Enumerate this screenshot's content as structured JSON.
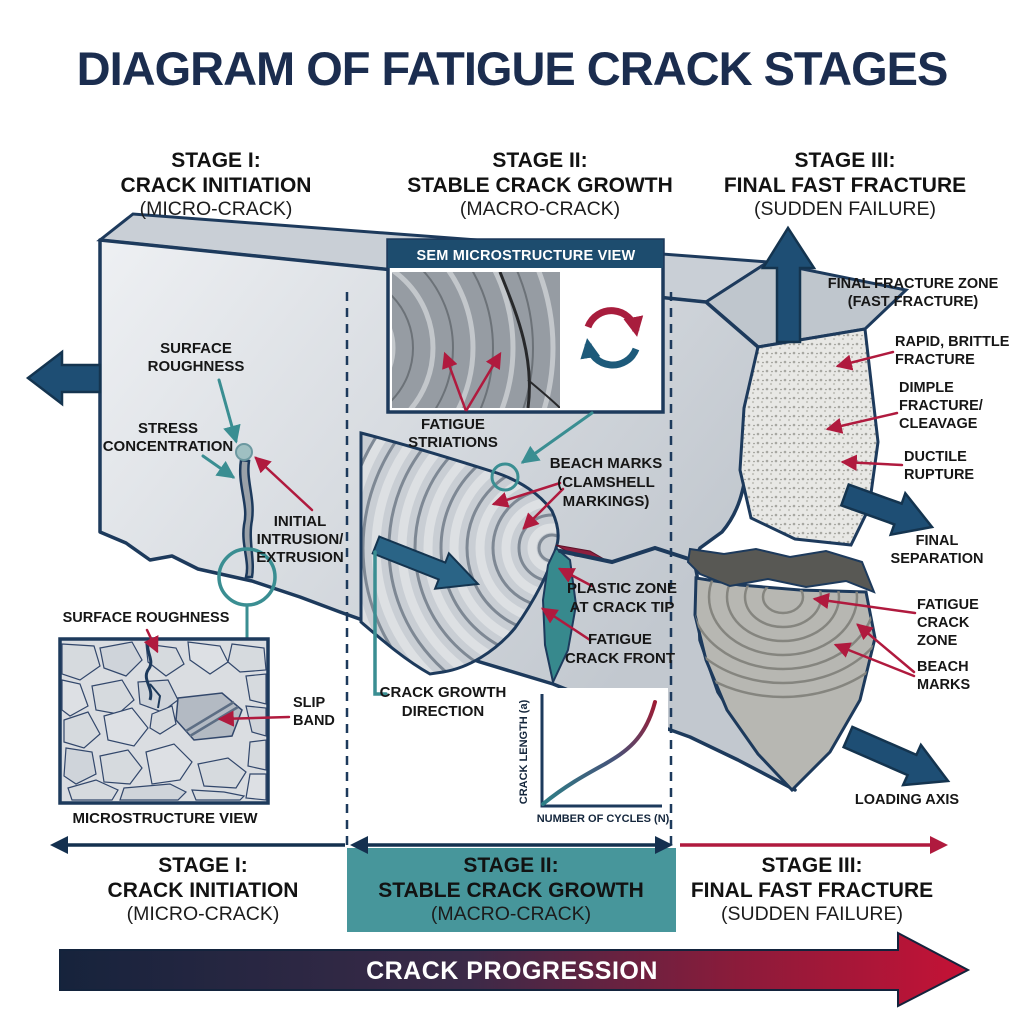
{
  "title": "DIAGRAM OF FATIGUE CRACK STAGES",
  "stages": {
    "s1": {
      "line1": "STAGE I:",
      "line2": "CRACK INITIATION",
      "line3": "(MICRO-CRACK)"
    },
    "s2": {
      "line1": "STAGE II:",
      "line2": "STABLE CRACK GROWTH",
      "line3": "(MACRO-CRACK)"
    },
    "s3": {
      "line1": "STAGE III:",
      "line2": "FINAL FAST FRACTURE",
      "line3": "(SUDDEN FAILURE)"
    }
  },
  "labels": {
    "surface_roughness": {
      "line1": "SURFACE",
      "line2": "ROUGHNESS"
    },
    "stress_concentration": {
      "line1": "STRESS",
      "line2": "CONCENTRATION"
    },
    "initial_intrusion": {
      "line1": "INITIAL",
      "line2": "INTRUSION/",
      "line3": "EXTRUSION"
    },
    "fatigue_striations": {
      "line1": "FATIGUE",
      "line2": "STRIATIONS"
    },
    "beach_marks_s2": {
      "line1": "BEACH MARKS",
      "line2": "(CLAMSHELL",
      "line3": "MARKINGS)"
    },
    "plastic_zone": {
      "line1": "PLASTIC ZONE",
      "line2": "AT CRACK TIP"
    },
    "fatigue_crack_front": {
      "line1": "FATIGUE",
      "line2": "CRACK FRONT"
    },
    "crack_growth_direction": {
      "line1": "CRACK GROWTH",
      "line2": "DIRECTION"
    },
    "final_fracture_zone": {
      "line1": "FINAL FRACTURE ZONE",
      "line2": "(FAST FRACTURE)"
    },
    "rapid_brittle": {
      "line1": "RAPID, BRITTLE",
      "line2": "FRACTURE"
    },
    "dimple": {
      "line1": "DIMPLE",
      "line2": "FRACTURE/",
      "line3": "CLEAVAGE"
    },
    "ductile": {
      "line1": "DUCTILE",
      "line2": "RUPTURE"
    },
    "final_separation": {
      "line1": "FINAL",
      "line2": "SEPARATION"
    },
    "fatigue_crack_zone": {
      "line1": "FATIGUE",
      "line2": "CRACK",
      "line3": "ZONE"
    },
    "beach_marks_s3": {
      "line1": "BEACH",
      "line2": "MARKS"
    },
    "loading_axis": "LOADING AXIS"
  },
  "sem_box": {
    "header": "SEM MICROSTRUCTURE VIEW"
  },
  "inset": {
    "surface_roughness": "SURFACE ROUGHNESS",
    "slip_band": {
      "line1": "SLIP",
      "line2": "BAND"
    },
    "caption": "MICROSTRUCTURE VIEW"
  },
  "chart": {
    "ylabel": "CRACK LENGTH (a)",
    "xlabel": "NUMBER OF CYCLES (N)"
  },
  "chart_data": {
    "type": "line",
    "title": "",
    "xlabel": "NUMBER OF CYCLES (N)",
    "ylabel": "CRACK LENGTH (a)",
    "x_norm": [
      0,
      0.1,
      0.2,
      0.3,
      0.4,
      0.5,
      0.6,
      0.7,
      0.8,
      0.9,
      1.0
    ],
    "y_norm": [
      0,
      0.08,
      0.14,
      0.2,
      0.27,
      0.35,
      0.44,
      0.55,
      0.68,
      0.84,
      1.0
    ],
    "ticks": false,
    "grid": false,
    "legend": false,
    "curve_color_gradient": [
      "#2e7f86",
      "#9c1c35"
    ]
  },
  "progression": {
    "label": "CRACK PROGRESSION"
  },
  "colors": {
    "title_navy": "#1b2d4f",
    "outline_navy": "#1d3a5c",
    "arrow_navy": "#1e4e74",
    "teal_band": "#47969b",
    "teal_line": "#3a8e92",
    "plastic_teal": "#37898d",
    "crimson": "#b01a3e",
    "gradient_start": "#16233c",
    "gradient_end": "#c51236"
  }
}
